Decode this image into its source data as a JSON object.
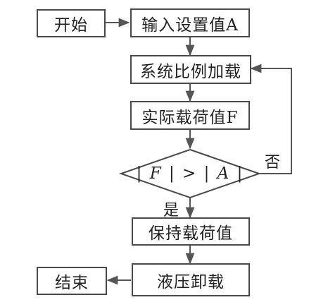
{
  "nodes": {
    "start": "开始",
    "input": "输入设置值A",
    "load": "系统比例加载",
    "actual": "实际载荷值F",
    "decision": "| F | > | A |",
    "hold": "保持载荷值",
    "unload": "液压卸载",
    "end": "结束"
  },
  "edge_labels": {
    "yes": "是",
    "no": "否"
  }
}
